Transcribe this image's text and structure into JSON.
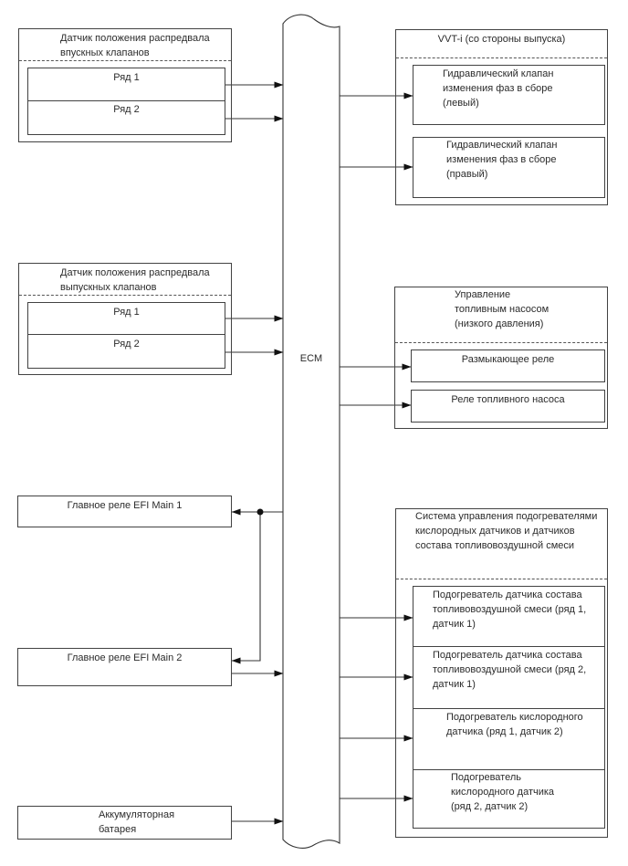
{
  "diagram": {
    "ecm_label": "ECM",
    "left": {
      "cam_intake": {
        "title": "Датчик положения распредвала\nвпускных клапанов",
        "row1": "Ряд 1",
        "row2": "Ряд 2"
      },
      "cam_exhaust": {
        "title": "Датчик положения распредвала\nвыпускных клапанов",
        "row1": "Ряд 1",
        "row2": "Ряд 2"
      },
      "efi_main_1": "Главное реле EFI Main 1",
      "efi_main_2": "Главное реле EFI Main 2",
      "battery": "Аккумуляторная\nбатарея"
    },
    "right": {
      "vvt": {
        "title": "VVT-i (со стороны выпуска)",
        "items": [
          "Гидравлический клапан\nизменения фаз в сборе\n(левый)",
          "Гидравлический клапан\nизменения фаз в сборе\n(правый)"
        ]
      },
      "fuel_pump": {
        "title": "Управление\nтопливным насосом\n(низкого давления)",
        "items": [
          "Размыкающее реле",
          "Реле топливного насоса"
        ]
      },
      "heater": {
        "title": "Система управления подогревателями\nкислородных датчиков и датчиков\nсостава топливовоздушной смеси",
        "items": [
          "Подогреватель датчика состава\nтопливовоздушной смеси (ряд 1,\nдатчик 1)",
          "Подогреватель датчика состава\nтопливовоздушной смеси (ряд 2,\nдатчик 1)",
          "Подогреватель кислородного\nдатчика (ряд 1, датчик 2)",
          "Подогреватель\nкислородного датчика\n(ряд 2, датчик 2)"
        ]
      }
    },
    "colors": {
      "line": "#424242",
      "dashed_line": "#555555",
      "text": "#2b2b2b",
      "arrow": "#111111",
      "background": "#ffffff"
    }
  }
}
